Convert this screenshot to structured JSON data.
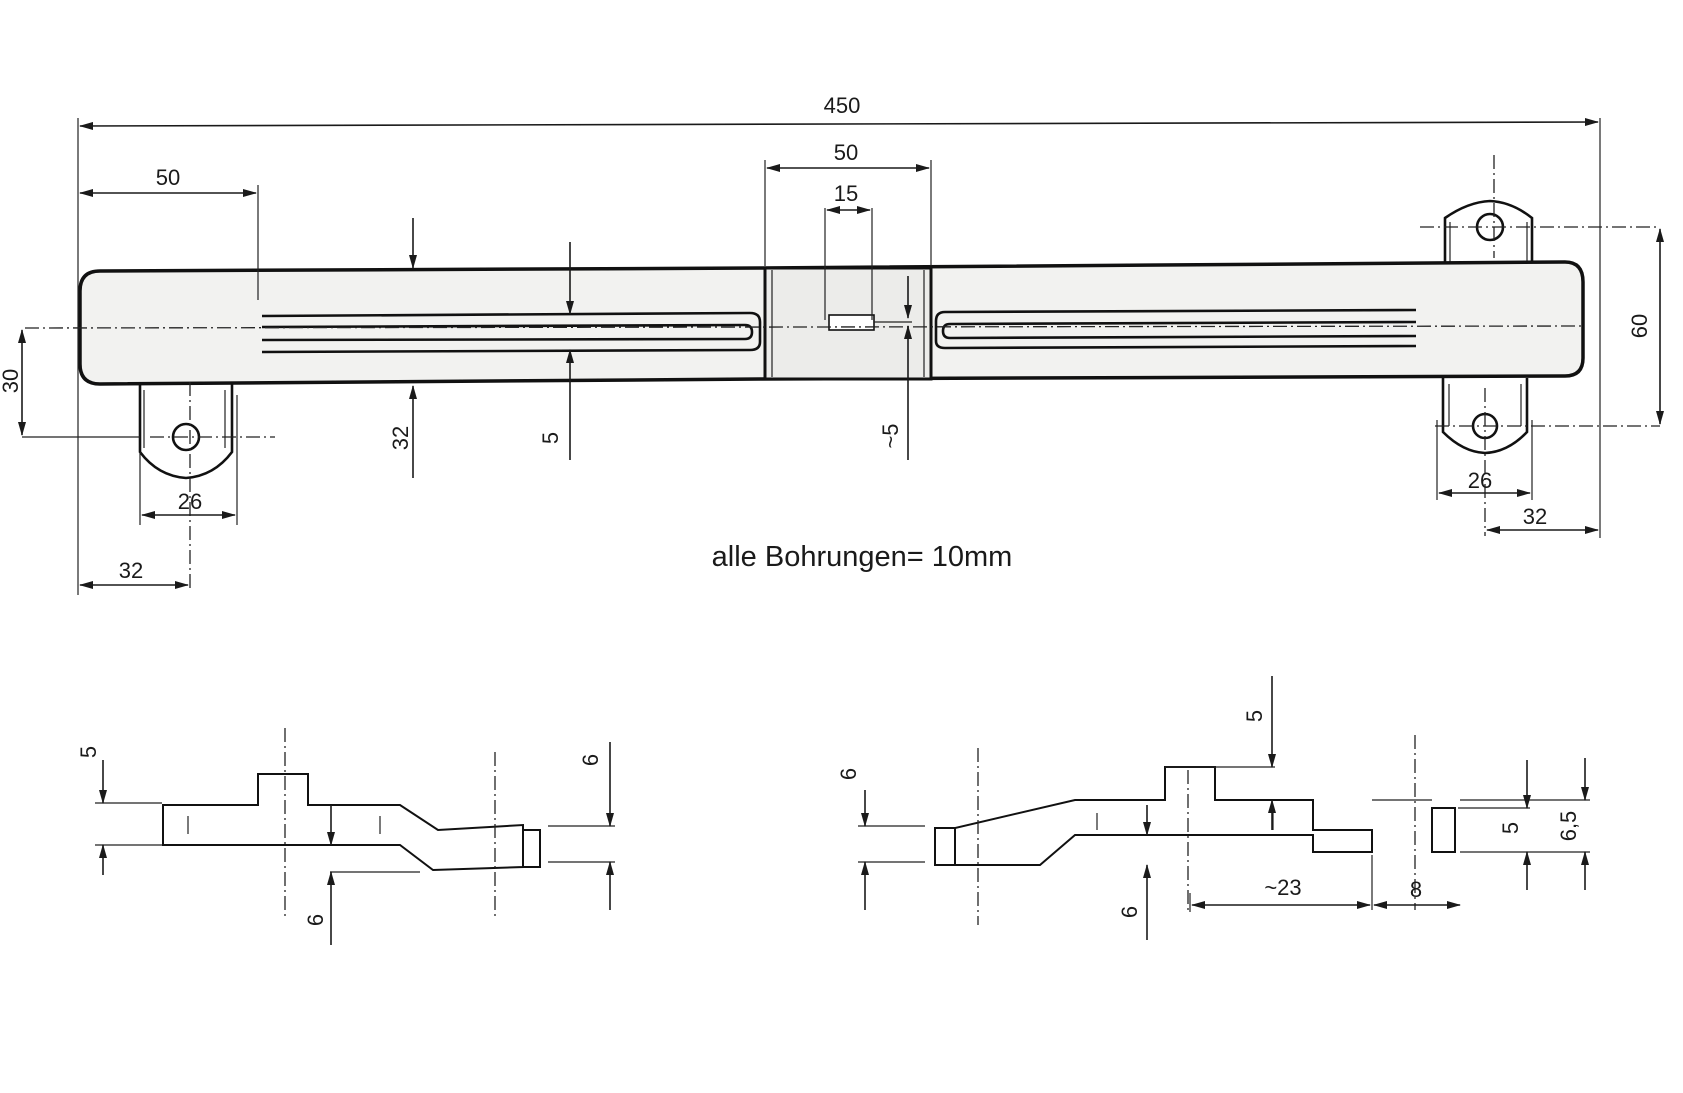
{
  "top_view": {
    "overall_length": "450",
    "left_offset": "50",
    "center_block_width": "50",
    "center_slot_width": "15",
    "body_height": "30",
    "rib_thickness": "32",
    "slot_width": "5",
    "block_slot": "~5",
    "bracket_pitch_left": "26",
    "bracket_offset_left": "32",
    "bracket_spacing_right": "60",
    "bracket_pitch_right": "26",
    "bracket_offset_right": "32"
  },
  "note": "alle Bohrungen= 10mm",
  "side_view_left": {
    "step_height": "5",
    "right_height": "6",
    "lower_height": "6"
  },
  "side_view_right": {
    "top_step": "5",
    "left_height": "6",
    "lower_height": "6",
    "length_23": "~23",
    "length_8": "8",
    "right_step": "5",
    "right_total": "6,5"
  }
}
